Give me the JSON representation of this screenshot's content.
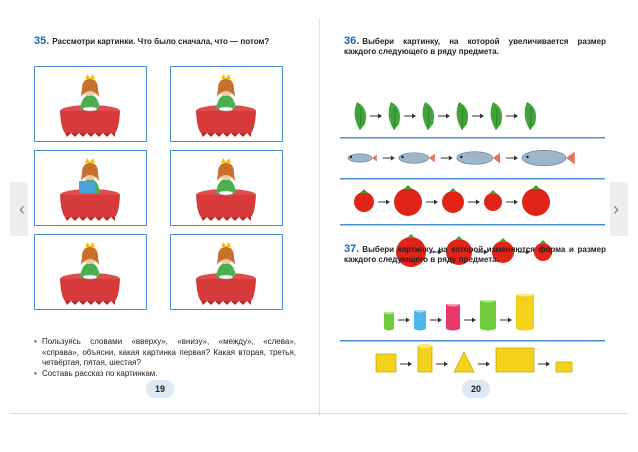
{
  "nav": {
    "prev_glyph": "‹",
    "next_glyph": "›"
  },
  "left_page": {
    "task35": {
      "number": "35.",
      "text": "Рассмотри картинки. Что было сначала, что — потом?"
    },
    "panels": [
      "girl-at-table",
      "girl-at-table",
      "girl-reading-at-table",
      "girl-at-table",
      "girl-at-table",
      "girl-at-table"
    ],
    "bullets": [
      "Пользуясь словами «вверху», «внизу», «между», «слева», «справа», объясни, какая картинка первая? Какая вторая, третья, четвёртая, пятая, шестая?",
      "Составь рассказ по картинкам."
    ],
    "page_number": "19"
  },
  "right_page": {
    "task36": {
      "number": "36.",
      "text": "Выбери картинку, на которой увеличивается размер каждого следующего в ряду предмета."
    },
    "task37": {
      "number": "37.",
      "text": "Выбери картинку, на которой изменяются форма и размер каждого следующего в ряду предмета."
    },
    "rows": [
      "lettuce-leaves",
      "fish",
      "tomatoes-row-1",
      "tomatoes-row-2",
      "cylinders",
      "mixed-shapes"
    ],
    "page_number": "20"
  },
  "colors": {
    "accent_blue": "#1a65b3",
    "frame_blue": "#4a8fd6",
    "tomato_red": "#e02418",
    "leaf_green": "#3fa33a",
    "shape_yellow": "#f2d21b"
  }
}
